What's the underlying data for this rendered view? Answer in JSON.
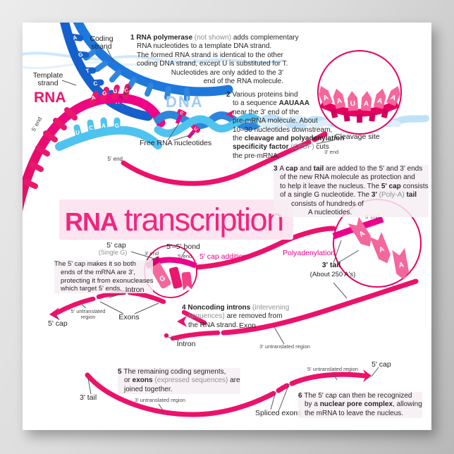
{
  "title": {
    "rna": "RNA",
    "transcription": "transcription"
  },
  "colors": {
    "strand_pink": "#ec116b",
    "magenta": "#ec008c",
    "circle_stroke": "#e8005f",
    "blue": "#1e78dc",
    "dark_blue": "#1560cc",
    "light_blue": "#4fc3f0",
    "pale_blue": "#bfe2f8",
    "title_pink": "#f0267e"
  },
  "helix": {
    "rna_label": "RNA",
    "dna_label": "DNA",
    "coding_strand": "Coding\nstrand",
    "template_strand": "Template\nstrand",
    "five_end": "5' end",
    "three_end": "3' end",
    "free_nucleotides": "Free RNA nucleotides",
    "template_letters": [
      "A",
      "G",
      "T",
      "C",
      "C",
      "A"
    ],
    "rna_letters": [
      "A",
      "G",
      "U",
      "C"
    ],
    "coding_letters": [
      "U",
      "C",
      "A",
      "G"
    ],
    "free_letters": [
      "C",
      "U"
    ]
  },
  "pre_mrna": {
    "five_end": "5' end",
    "cleavage_site": "Cleavage site",
    "three_end": "3' end",
    "aauaaa_letters": [
      "A",
      "A",
      "U",
      "A",
      "A",
      "A"
    ]
  },
  "capping": {
    "five_cap": "5' cap",
    "single_g": "(Single G)",
    "three_end": "3' end",
    "bond": "5'–5' bond",
    "five_end": "5' end",
    "cap_addition": "5' cap addition",
    "g_letter": "G",
    "note": [
      {
        "t": "The 5' cap makes it so both",
        "br": 1
      },
      {
        "t": "ends of the mRNA are 3',",
        "br": 1
      },
      {
        "t": "protecting it from exonucleases",
        "br": 1
      },
      {
        "t": "which target 5' ends."
      }
    ]
  },
  "polya": {
    "label": "Polyadenylation",
    "three_tail": "3' tail",
    "about": "(About 250 A's)",
    "three_end": "3' end",
    "letters": [
      "A",
      "A",
      "A"
    ]
  },
  "splicing": {
    "intron_a": "Intron",
    "five_utr": "5' untranslated\nregion",
    "exons": "Exons",
    "five_cap": "5' cap",
    "intron_b": "Intron",
    "exon": "Exon",
    "three_utr": "3' untranslated region"
  },
  "mature": {
    "three_tail": "3' tail",
    "three_utr": "3' untranslated region",
    "spliced_exons": "Spliced exons",
    "five_utr": "5' untranslated region",
    "five_cap": "5' cap"
  },
  "steps": {
    "s1a": [
      {
        "t": "1 ",
        "b": 1
      },
      {
        "t": "RNA polymerase ",
        "b": 1
      },
      {
        "t": "(not shown) ",
        "g": 1
      },
      {
        "t": "adds complementary",
        "br": 1
      },
      {
        "t": "RNA nucleotides to a template DNA strand.",
        "br": 1
      },
      {
        "t": "The formed RNA strand is identical to the other",
        "br": 1
      },
      {
        "t": "coding DNA strand, except U is substituted for T."
      }
    ],
    "s1b": [
      {
        "t": "Nucleotides are only added to the 3'",
        "br": 1
      },
      {
        "t": "end of the RNA molecule."
      }
    ],
    "s2": [
      {
        "t": "2 ",
        "b": 1
      },
      {
        "t": "Various proteins bind",
        "br": 1
      },
      {
        "t": "to a sequence "
      },
      {
        "t": "AAUAAA",
        "b": 1,
        "br": 1
      },
      {
        "t": "near the 3' end of the",
        "br": 1
      },
      {
        "t": "pre-mRNA molecule. About",
        "br": 1
      },
      {
        "t": "10–30 nucleotides downstream,",
        "br": 1
      },
      {
        "t": "the "
      },
      {
        "t": "cleavage and polyadenylation",
        "b": 1,
        "br": 1
      },
      {
        "t": "specificity factor ",
        "b": 1
      },
      {
        "t": "(CPSF) ",
        "g": 1
      },
      {
        "t": "cuts",
        "br": 1
      },
      {
        "t": "the pre-mRNA."
      }
    ],
    "s3": [
      {
        "t": "3 ",
        "b": 1
      },
      {
        "t": "A "
      },
      {
        "t": "cap",
        "b": 1
      },
      {
        "t": " and "
      },
      {
        "t": "tail",
        "b": 1
      },
      {
        "t": " are added to the 5' and 3' ends",
        "br": 1
      },
      {
        "t": "of the new RNA molecule as protection and",
        "br": 1
      },
      {
        "t": "to help it leave the nucleus. The "
      },
      {
        "t": "5' cap",
        "b": 1
      },
      {
        "t": " consists",
        "br": 1
      },
      {
        "t": "of a single G nucleotide. The "
      },
      {
        "t": "3'",
        "b": 1
      },
      {
        "t": " "
      },
      {
        "t": "(Poly-A)",
        "g": 1
      },
      {
        "t": " "
      },
      {
        "t": "tail",
        "b": 1
      },
      {
        "t": "",
        "br": 1
      },
      {
        "t": "consists of hundreds of",
        "i": 16,
        "br": 1
      },
      {
        "t": "A nucleotides.",
        "i": 40
      }
    ],
    "s4": [
      {
        "t": "4 ",
        "b": 1
      },
      {
        "t": "Noncoding introns",
        "b": 1
      },
      {
        "t": " (intervening",
        "g": 1,
        "br": 1
      },
      {
        "t": "sequences)",
        "g": 1
      },
      {
        "t": " are removed from",
        "br": 1
      },
      {
        "t": "the RNA strand."
      }
    ],
    "s5": [
      {
        "t": "5 ",
        "b": 1
      },
      {
        "t": "The remaining coding segments,",
        "br": 1
      },
      {
        "t": "or "
      },
      {
        "t": "exons",
        "b": 1
      },
      {
        "t": " "
      },
      {
        "t": "(expressed sequences)",
        "g": 1
      },
      {
        "t": " are",
        "br": 1
      },
      {
        "t": "joined together."
      }
    ],
    "s6": [
      {
        "t": "6 ",
        "b": 1
      },
      {
        "t": "The 5' cap can then be recognized",
        "br": 1
      },
      {
        "t": "by a "
      },
      {
        "t": "nuclear pore complex",
        "b": 1
      },
      {
        "t": ", allowing",
        "br": 1
      },
      {
        "t": "the mRNA to leave the nucleus."
      }
    ]
  }
}
